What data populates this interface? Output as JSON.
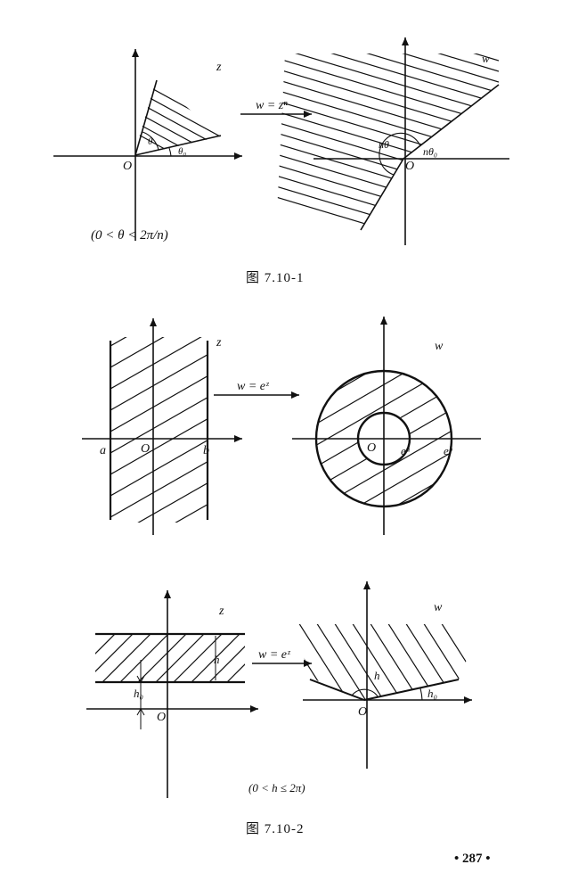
{
  "figure1": {
    "caption": "图  7.10-1",
    "z_label": "z",
    "w_label": "w",
    "origin_z": "O",
    "origin_w": "O",
    "map_label": "w = zⁿ",
    "theta": "θ",
    "theta0": "θ₀",
    "n_theta": "nθ",
    "n_theta0": "nθ₀",
    "condition": "(0 < θ < 2π/n)"
  },
  "figure2": {
    "caption": "图  7.10-2",
    "top": {
      "z_label": "z",
      "w_label": "w",
      "map_label": "w = eᶻ",
      "origin_z": "O",
      "origin_w": "O",
      "a_label": "a",
      "b_label": "b",
      "ea_label": "eᵃ",
      "eb_label": "eᵇ"
    },
    "bottom": {
      "z_label": "z",
      "w_label": "w",
      "map_label": "w = eᶻ",
      "origin_z": "O",
      "origin_w": "O",
      "h_label": "h",
      "h0_label": "h₀",
      "h_angle_label": "h",
      "h0_angle_label": "h₀"
    },
    "condition": "(0 < h ≤ 2π)"
  },
  "page_number": "• 287 •"
}
